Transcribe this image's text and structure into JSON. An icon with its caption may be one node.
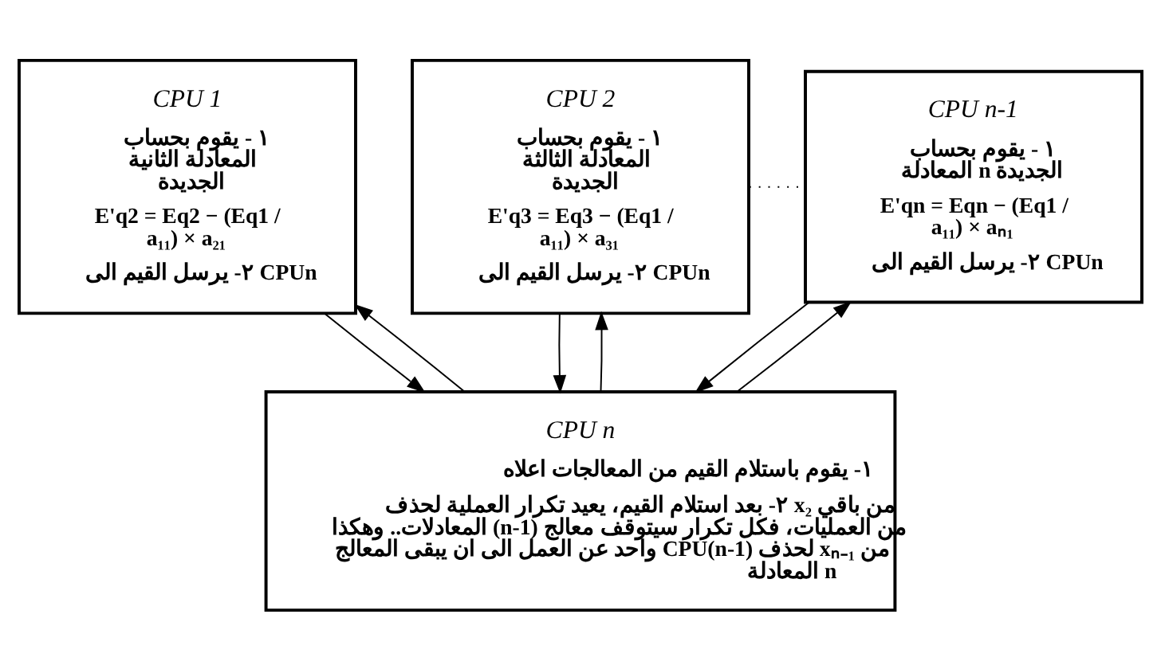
{
  "diagram": {
    "nodes": [
      {
        "text": [
          "CPU 1",
          "١ - يقوم بحساب المعادلة الثانية الجديدة",
          "E'q2 = Eq2 − (Eq1 / a₁₁) × a₂₁",
          "٢- يرسل القيم الى CPUn"
        ]
      },
      {
        "text": [
          "CPU 2",
          "١ - يقوم بحساب المعادلة الثالثة الجديدة",
          "E'q3 = Eq3 − (Eq1 / a₁₁) × a₃₁",
          "٢- يرسل القيم الى CPUn"
        ]
      },
      {
        "text": [
          "CPU n-1",
          "١ - يقوم بحساب المعادلة n الجديدة",
          "E'qn = Eqn − (Eq1 / a₁₁) × aₙ₁",
          "٢- يرسل القيم الى CPUn"
        ]
      },
      {
        "text": [
          "CPU n",
          "١- يقوم باستلام القيم من المعالجات اعلاه",
          "٢- بعد استلام القيم، يعيد تكرار العملية لحذف x₂ من باقي المعادلات.. وهكذا (n-1) من العمليات، فكل تكرار سيتوقف معالج واحد عن العمل الى ان يبقى المعالج CPU(n-1) لحذف xₙ₋₁ من المعادلة n"
        ]
      }
    ],
    "edges": [
      {
        "from": 0,
        "to": 3,
        "arrow": "to"
      },
      {
        "from": 3,
        "to": 0,
        "arrow": "to"
      },
      {
        "from": 1,
        "to": 3,
        "arrow": "to"
      },
      {
        "from": 3,
        "to": 1,
        "arrow": "to"
      },
      {
        "from": 2,
        "to": 3,
        "arrow": "to"
      },
      {
        "from": 3,
        "to": 2,
        "arrow": "to"
      },
      {
        "from": 1,
        "to": 2,
        "arrow": "none",
        "style": "dashed"
      }
    ]
  }
}
